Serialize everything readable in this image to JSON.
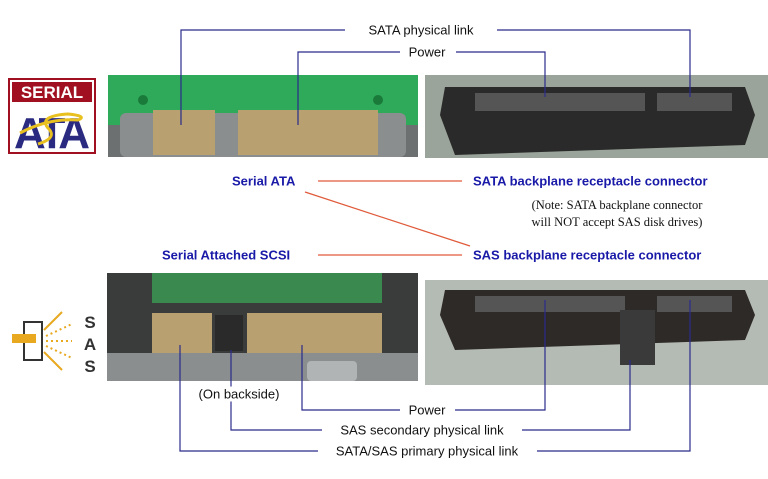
{
  "labels": {
    "sata_physical_link": "SATA physical link",
    "power_top": "Power",
    "serial_ata": "Serial ATA",
    "sata_backplane": "SATA backplane receptacle connector",
    "note_line1": "(Note: SATA backplane connector",
    "note_line2": "will NOT accept SAS disk drives)",
    "serial_attached_scsi": "Serial Attached SCSI",
    "sas_backplane": "SAS backplane receptacle connector",
    "on_backside": "(On backside)",
    "power_bottom": "Power",
    "sas_secondary": "SAS secondary physical link",
    "primary_link": "SATA/SAS primary physical link"
  },
  "logos": {
    "sata_logo_text": [
      "SERIAL",
      "ATA"
    ],
    "sas_logo_text": "SAS"
  },
  "colors": {
    "leader_line": "#2b2b8c",
    "link_line": "#e05a3a",
    "label_blue": "#1a1aa8"
  }
}
